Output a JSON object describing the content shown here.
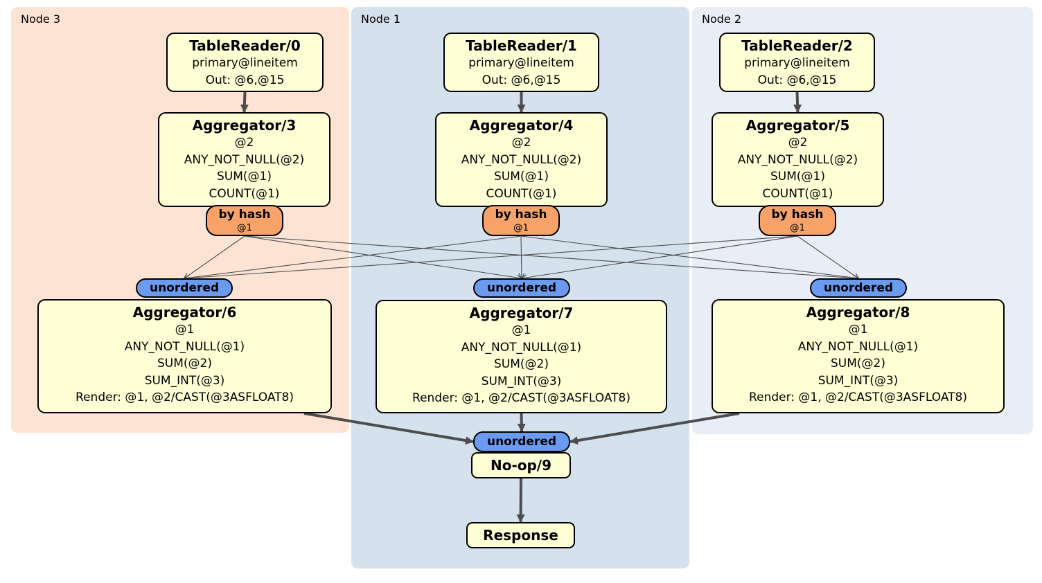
{
  "colors": {
    "node3_bg": "#fce3d3",
    "node1_bg": "#d5e2ee",
    "node2_bg": "#e9edf6",
    "node_fill": "#ffffd6",
    "hash_fill": "#f7a269",
    "unordered_fill": "#6b9bf0",
    "border": "#000000",
    "edge": "#4d4d4d"
  },
  "regions": [
    {
      "id": "node3",
      "label": "Node 3",
      "bg": "#fce3d3"
    },
    {
      "id": "node1",
      "label": "Node 1",
      "bg": "#d5e2ee"
    },
    {
      "id": "node2",
      "label": "Node 2",
      "bg": "#e9edf6"
    }
  ],
  "nodes": {
    "tr0": {
      "title": "TableReader/0",
      "lines": [
        "primary@lineitem",
        "Out: @6,@15"
      ]
    },
    "tr1": {
      "title": "TableReader/1",
      "lines": [
        "primary@lineitem",
        "Out: @6,@15"
      ]
    },
    "tr2": {
      "title": "TableReader/2",
      "lines": [
        "primary@lineitem",
        "Out: @6,@15"
      ]
    },
    "agg3": {
      "title": "Aggregator/3",
      "lines": [
        "@2",
        "ANY_NOT_NULL(@2)",
        "SUM(@1)",
        "COUNT(@1)"
      ]
    },
    "agg4": {
      "title": "Aggregator/4",
      "lines": [
        "@2",
        "ANY_NOT_NULL(@2)",
        "SUM(@1)",
        "COUNT(@1)"
      ]
    },
    "agg5": {
      "title": "Aggregator/5",
      "lines": [
        "@2",
        "ANY_NOT_NULL(@2)",
        "SUM(@1)",
        "COUNT(@1)"
      ]
    },
    "bh3": {
      "title": "by hash",
      "lines": [
        "@1"
      ]
    },
    "bh4": {
      "title": "by hash",
      "lines": [
        "@1"
      ]
    },
    "bh5": {
      "title": "by hash",
      "lines": [
        "@1"
      ]
    },
    "u6": {
      "title": "unordered"
    },
    "u7": {
      "title": "unordered"
    },
    "u8": {
      "title": "unordered"
    },
    "agg6": {
      "title": "Aggregator/6",
      "lines": [
        "@1",
        "ANY_NOT_NULL(@1)",
        "SUM(@2)",
        "SUM_INT(@3)",
        "Render: @1, @2/CAST(@3ASFLOAT8)"
      ]
    },
    "agg7": {
      "title": "Aggregator/7",
      "lines": [
        "@1",
        "ANY_NOT_NULL(@1)",
        "SUM(@2)",
        "SUM_INT(@3)",
        "Render: @1, @2/CAST(@3ASFLOAT8)"
      ]
    },
    "agg8": {
      "title": "Aggregator/8",
      "lines": [
        "@1",
        "ANY_NOT_NULL(@1)",
        "SUM(@2)",
        "SUM_INT(@3)",
        "Render: @1, @2/CAST(@3ASFLOAT8)"
      ]
    },
    "uf": {
      "title": "unordered"
    },
    "noop": {
      "title": "No-op/9"
    },
    "resp": {
      "title": "Response"
    }
  },
  "edges": [
    {
      "from": "tr0",
      "to": "agg3",
      "w": "thick"
    },
    {
      "from": "tr1",
      "to": "agg4",
      "w": "thick"
    },
    {
      "from": "tr2",
      "to": "agg5",
      "w": "thick"
    },
    {
      "from": "bh3",
      "to": "u6",
      "w": "thin"
    },
    {
      "from": "bh3",
      "to": "u7",
      "w": "thin"
    },
    {
      "from": "bh3",
      "to": "u8",
      "w": "thin"
    },
    {
      "from": "bh4",
      "to": "u6",
      "w": "thin"
    },
    {
      "from": "bh4",
      "to": "u7",
      "w": "thin"
    },
    {
      "from": "bh4",
      "to": "u8",
      "w": "thin"
    },
    {
      "from": "bh5",
      "to": "u6",
      "w": "thin"
    },
    {
      "from": "bh5",
      "to": "u7",
      "w": "thin"
    },
    {
      "from": "bh5",
      "to": "u8",
      "w": "thin"
    },
    {
      "from": "agg6",
      "to": "uf",
      "w": "thick",
      "fromSide": "bottomright",
      "toSide": "left"
    },
    {
      "from": "agg7",
      "to": "uf",
      "w": "thick"
    },
    {
      "from": "agg8",
      "to": "uf",
      "w": "thick",
      "fromSide": "bottomleft",
      "toSide": "right"
    },
    {
      "from": "noop",
      "to": "resp",
      "w": "thick"
    }
  ]
}
